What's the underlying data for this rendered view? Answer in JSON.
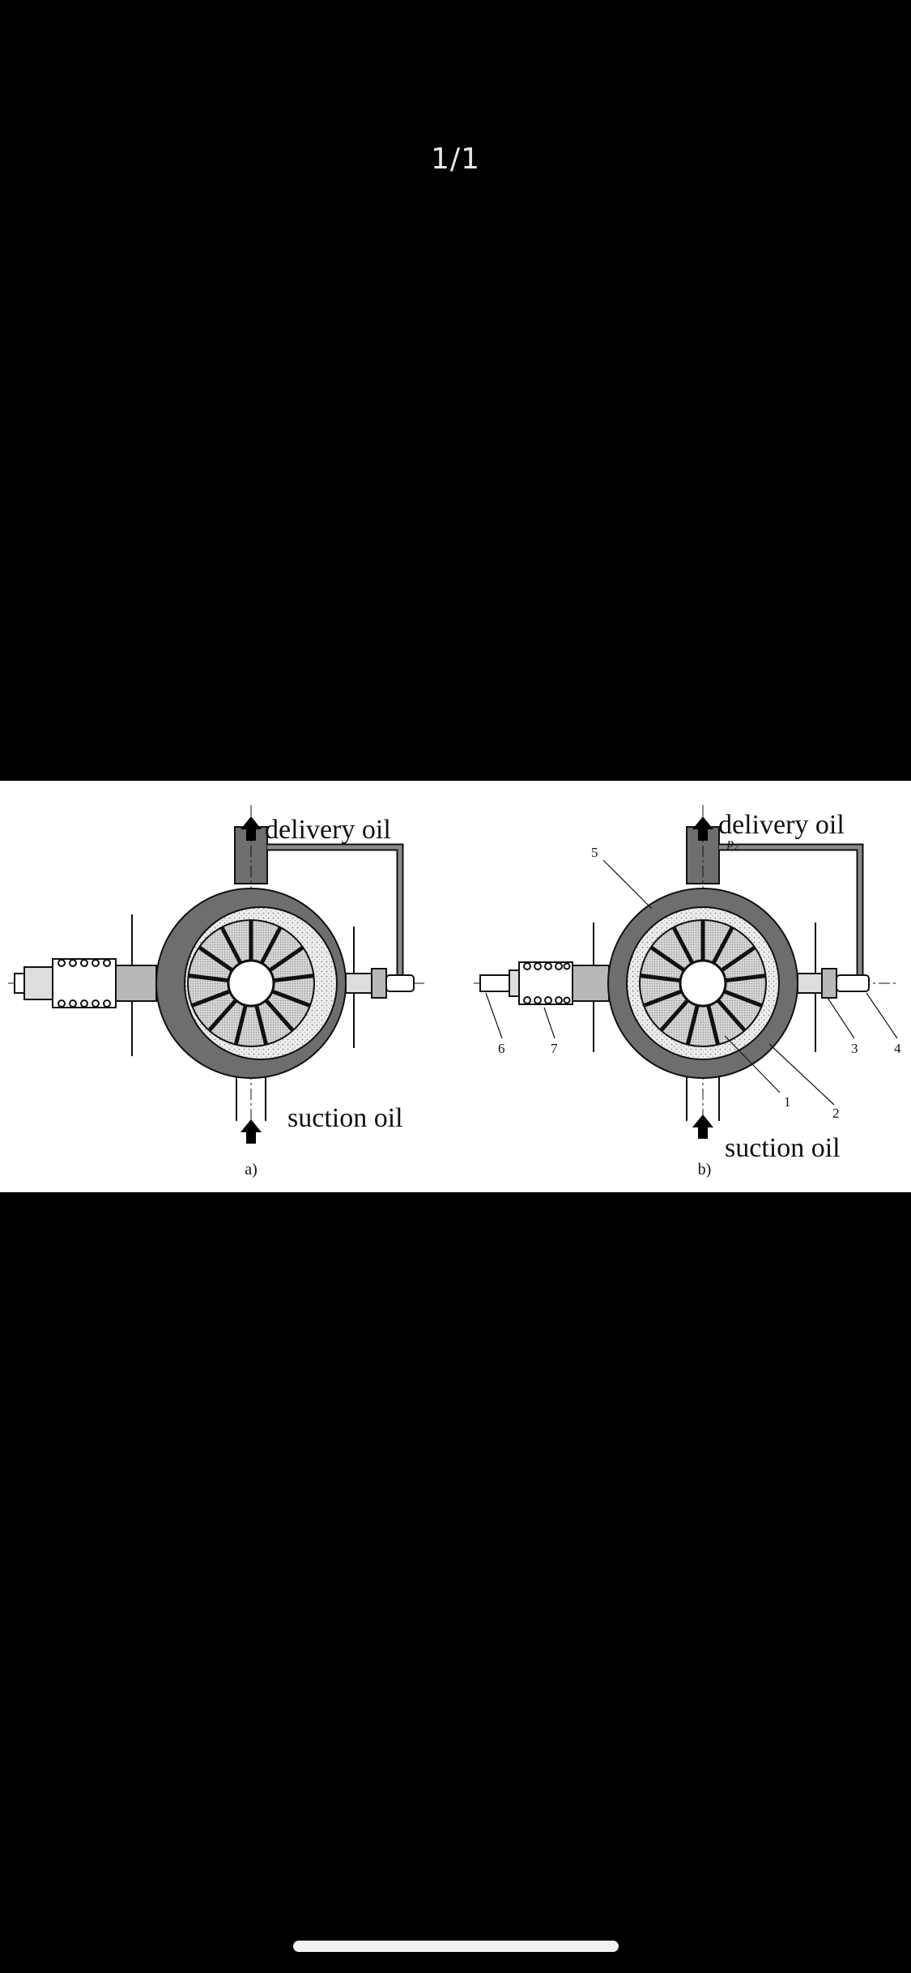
{
  "viewer": {
    "page_counter": "1/1"
  },
  "figure": {
    "left": {
      "top_label": "delivery oil",
      "bottom_label": "suction oil",
      "caption": "a)"
    },
    "right": {
      "top_label": "delivery oil",
      "pressure_label": "p₂",
      "bottom_label": "suction oil",
      "caption": "b)",
      "callouts": [
        "1",
        "2",
        "3",
        "4",
        "5",
        "6",
        "7"
      ]
    }
  },
  "colors": {
    "background": "#000000",
    "panel": "#ffffff",
    "housing": "#6e6e6e",
    "ink": "#111111"
  }
}
